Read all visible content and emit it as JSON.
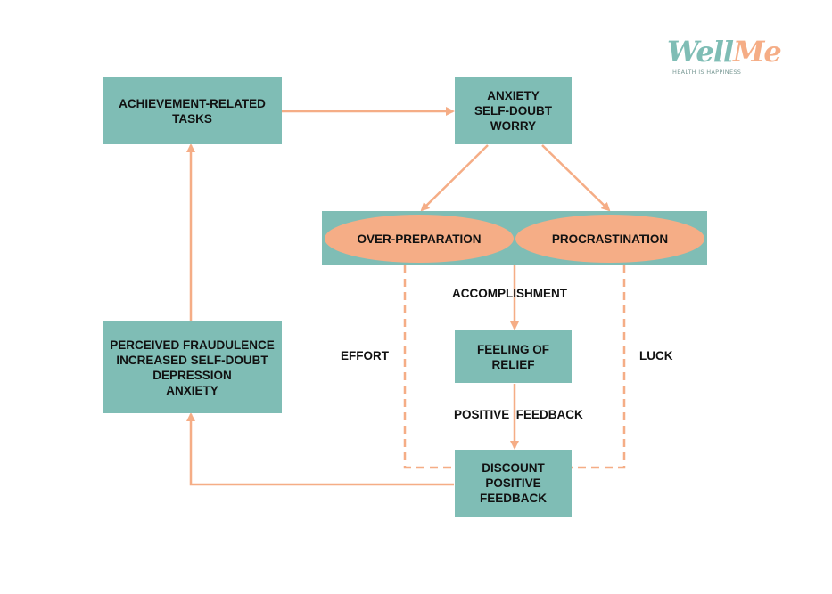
{
  "brand": {
    "logo_part1": "Well",
    "logo_part2": "Me",
    "tagline": "HEALTH IS HAPPINESS"
  },
  "nodes": {
    "achievement": {
      "lines": [
        "ACHIEVEMENT-RELATED",
        "TASKS"
      ]
    },
    "anxiety": {
      "lines": [
        "ANXIETY",
        "SELF-DOUBT",
        "WORRY"
      ]
    },
    "over_preparation": "OVER-PREPARATION",
    "procrastination": "PROCRASTINATION",
    "relief": {
      "lines": [
        "FEELING OF",
        "RELIEF"
      ]
    },
    "discount": {
      "lines": [
        "DISCOUNT",
        "POSITIVE",
        "FEEDBACK"
      ]
    },
    "fraudulence": {
      "lines": [
        "PERCEIVED FRAUDULENCE",
        "INCREASED SELF-DOUBT",
        "DEPRESSION",
        "ANXIETY"
      ]
    }
  },
  "edge_labels": {
    "accomplishment": "ACCOMPLISHMENT",
    "positive_feedback": "POSITIVE  FEEDBACK",
    "effort": "EFFORT",
    "luck": "LUCK"
  },
  "colors": {
    "box": "#7fbdb5",
    "ellipse": "#f5ad86",
    "connector": "#f5ad86",
    "text": "#111111"
  }
}
